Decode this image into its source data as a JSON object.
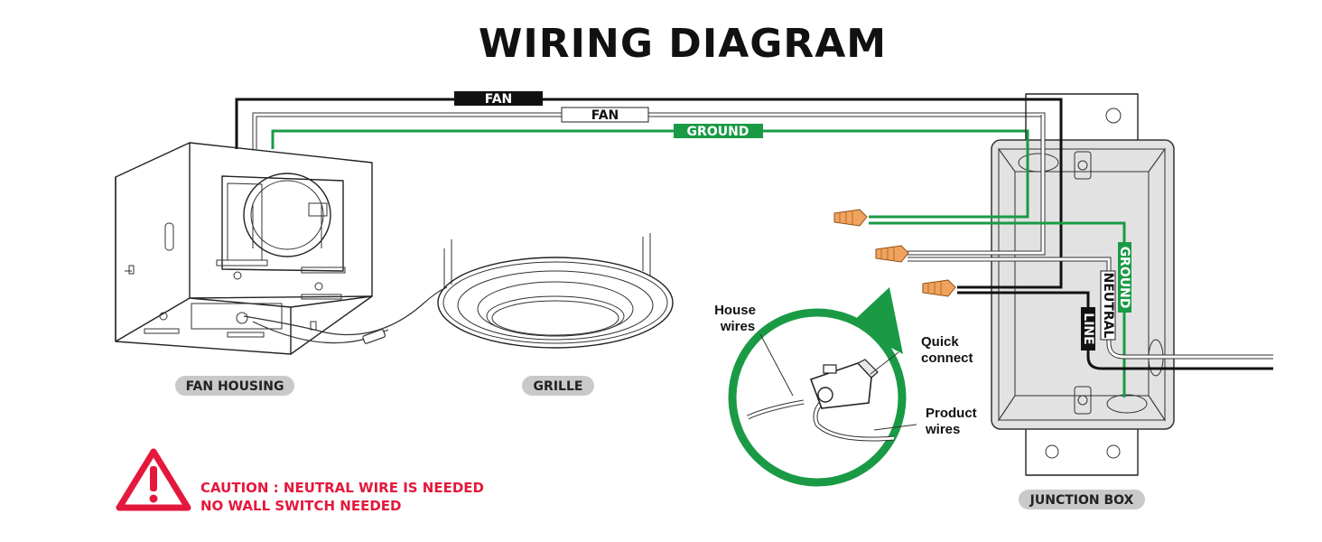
{
  "title": "WIRING DIAGRAM",
  "wires": {
    "fan_black": "FAN",
    "fan_white": "FAN",
    "ground_top": "GROUND",
    "ground_vertical": "GROUND",
    "neutral": "NEUTRAL",
    "line": "LINE"
  },
  "components": {
    "fan_housing": "FAN HOUSING",
    "grille": "GRILLE",
    "junction_box": "JUNCTION BOX"
  },
  "callouts": {
    "house_wires_1": "House",
    "house_wires_2": "wires",
    "quick_connect_1": "Quick",
    "quick_connect_2": "connect",
    "product_wires_1": "Product",
    "product_wires_2": "wires"
  },
  "caution": {
    "line1": "CAUTION : NEUTRAL WIRE IS NEEDED",
    "line2": "NO WALL SWITCH NEEDED"
  },
  "colors": {
    "ground_green": "#1a9a45",
    "caution_red": "#e4183c",
    "wire_nut_orange": "#f0a35e",
    "pill_gray": "#c9c9c9"
  }
}
